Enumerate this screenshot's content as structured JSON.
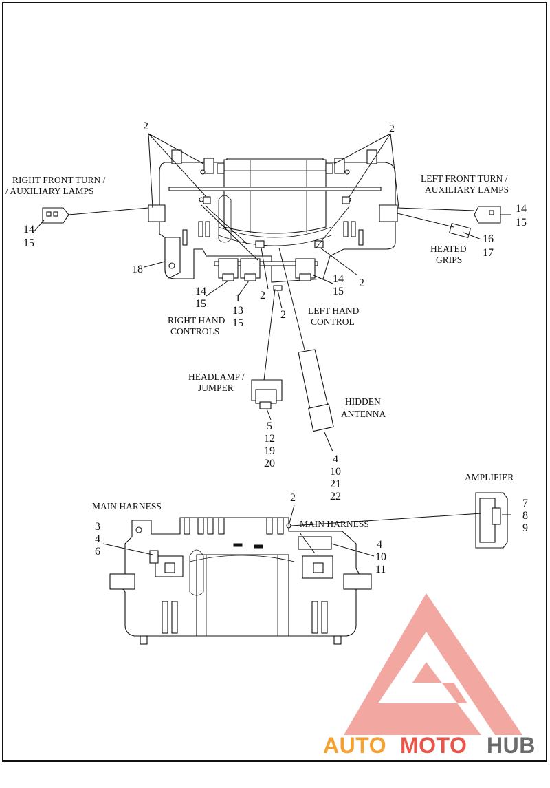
{
  "callouts": {
    "top_left_2": "2",
    "top_right_2": "2",
    "rf_14": "14",
    "rf_15": "15",
    "lf_14": "14",
    "lf_15": "15",
    "hg_16": "16",
    "hg_17": "17",
    "n18": "18",
    "rh_14": "14",
    "rh_15": "15",
    "c_1": "1",
    "c_13": "13",
    "c_15": "15",
    "mid_2a": "2",
    "mid_2b": "2",
    "lh_14": "14",
    "lh_15": "15",
    "lh_2": "2",
    "hl_5": "5",
    "hl_12": "12",
    "hl_19": "19",
    "hl_20": "20",
    "an_4": "4",
    "an_10": "10",
    "an_21": "21",
    "an_22": "22",
    "amp_7": "7",
    "amp_8": "8",
    "amp_9": "9",
    "mh_2": "2",
    "mhl_3": "3",
    "mhl_4": "4",
    "mhl_6": "6",
    "mhr_4": "4",
    "mhr_10": "10",
    "mhr_11": "11"
  },
  "labels": {
    "right_front_1": "RIGHT FRONT TURN /",
    "right_front_2": "/ AUXILIARY LAMPS",
    "left_front_1": "LEFT FRONT TURN /",
    "left_front_2": "AUXILIARY LAMPS",
    "heated_1": "HEATED",
    "heated_2": "GRIPS",
    "rhc_1": "RIGHT HAND",
    "rhc_2": "CONTROLS",
    "lhc_1": "LEFT HAND",
    "lhc_2": "CONTROL",
    "headlamp_1": "HEADLAMP /",
    "headlamp_2": "JUMPER",
    "antenna_1": "HIDDEN",
    "antenna_2": "ANTENNA",
    "amplifier": "AMPLIFIER",
    "main_harness_left": "MAIN HARNESS",
    "main_harness_right": "MAIN HARNESS"
  },
  "watermark": {
    "text_auto": "AUTO",
    "text_moto": "MOTO",
    "text_hub": "HUB",
    "color_red": "#e8564a",
    "color_orange": "#f5a030",
    "color_gray": "#6b6b6b",
    "logo_fill": "#f3a7a1"
  }
}
